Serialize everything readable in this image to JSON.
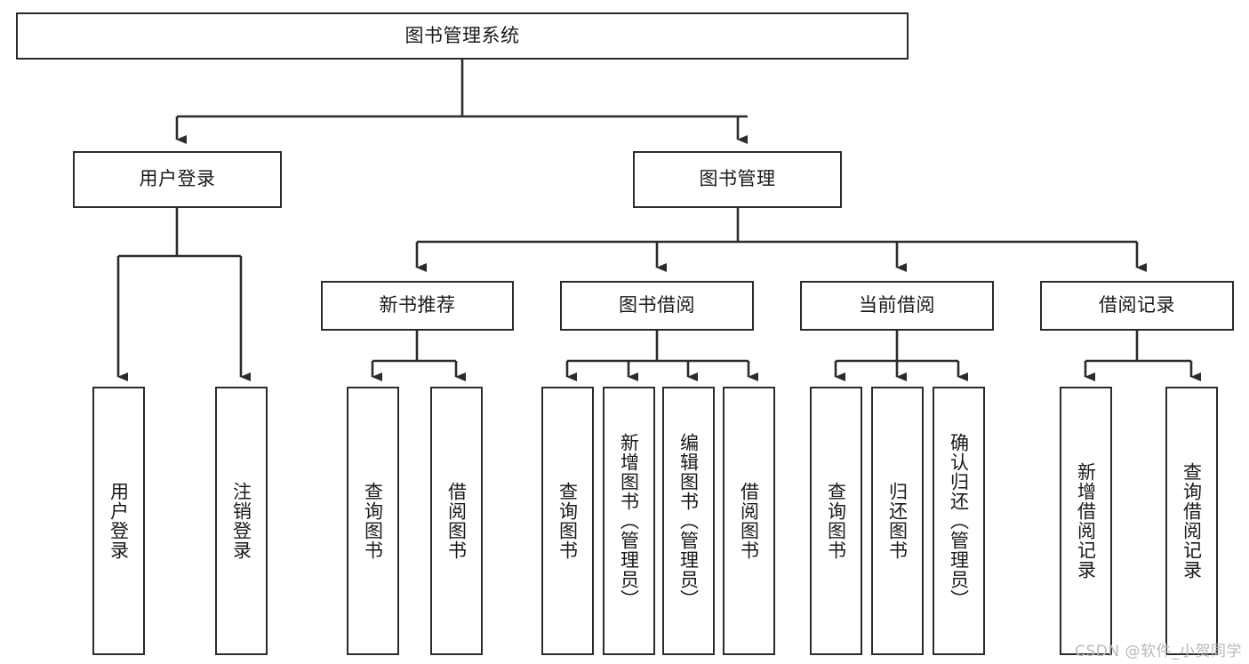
{
  "diagram": {
    "type": "tree-hierarchy",
    "title": "图书管理系统",
    "watermark": "CSDN @软件_小贺同学",
    "colors": {
      "box_border": "#2b2b2b",
      "box_fill": "#ffffff",
      "connector": "#2b2b2b",
      "text": "#1a1a1a",
      "watermark": "#b9b9b9",
      "background": "#ffffff"
    },
    "nodes": {
      "root": {
        "label": "图书管理系统",
        "level": 1,
        "orientation": "horizontal"
      },
      "l2": [
        {
          "id": "user-login",
          "label": "用户登录",
          "level": 2,
          "orientation": "horizontal"
        },
        {
          "id": "book-manage",
          "label": "图书管理",
          "level": 2,
          "orientation": "horizontal"
        }
      ],
      "l3": [
        {
          "id": "new-book-recommend",
          "label": "新书推荐",
          "level": 3,
          "orientation": "horizontal"
        },
        {
          "id": "book-borrow",
          "label": "图书借阅",
          "level": 3,
          "orientation": "horizontal"
        },
        {
          "id": "current-borrow",
          "label": "当前借阅",
          "level": 3,
          "orientation": "horizontal"
        },
        {
          "id": "borrow-record",
          "label": "借阅记录",
          "level": 3,
          "orientation": "horizontal"
        }
      ],
      "leaves": [
        {
          "id": "leaf-user-login",
          "label": "用户登录",
          "parent": "user-login",
          "orientation": "vertical"
        },
        {
          "id": "leaf-user-logout",
          "label": "注销登录",
          "parent": "user-login",
          "orientation": "vertical"
        },
        {
          "id": "leaf-query-book-1",
          "label": "查询图书",
          "parent": "new-book-recommend",
          "orientation": "vertical"
        },
        {
          "id": "leaf-borrow-book-1",
          "label": "借阅图书",
          "parent": "new-book-recommend",
          "orientation": "vertical"
        },
        {
          "id": "leaf-query-book-2",
          "label": "查询图书",
          "parent": "book-borrow",
          "orientation": "vertical"
        },
        {
          "id": "leaf-add-book",
          "label": "新增图书（管理员）",
          "parent": "book-borrow",
          "orientation": "vertical"
        },
        {
          "id": "leaf-edit-book",
          "label": "编辑图书（管理员）",
          "parent": "book-borrow",
          "orientation": "vertical"
        },
        {
          "id": "leaf-borrow-book-2",
          "label": "借阅图书",
          "parent": "book-borrow",
          "orientation": "vertical"
        },
        {
          "id": "leaf-query-book-3",
          "label": "查询图书",
          "parent": "current-borrow",
          "orientation": "vertical"
        },
        {
          "id": "leaf-return-book",
          "label": "归还图书",
          "parent": "current-borrow",
          "orientation": "vertical"
        },
        {
          "id": "leaf-confirm-return",
          "label": "确认归还（管理员）",
          "parent": "current-borrow",
          "orientation": "vertical"
        },
        {
          "id": "leaf-add-record",
          "label": "新增借阅记录",
          "parent": "borrow-record",
          "orientation": "vertical"
        },
        {
          "id": "leaf-query-record",
          "label": "查询借阅记录",
          "parent": "borrow-record",
          "orientation": "vertical"
        }
      ]
    }
  }
}
